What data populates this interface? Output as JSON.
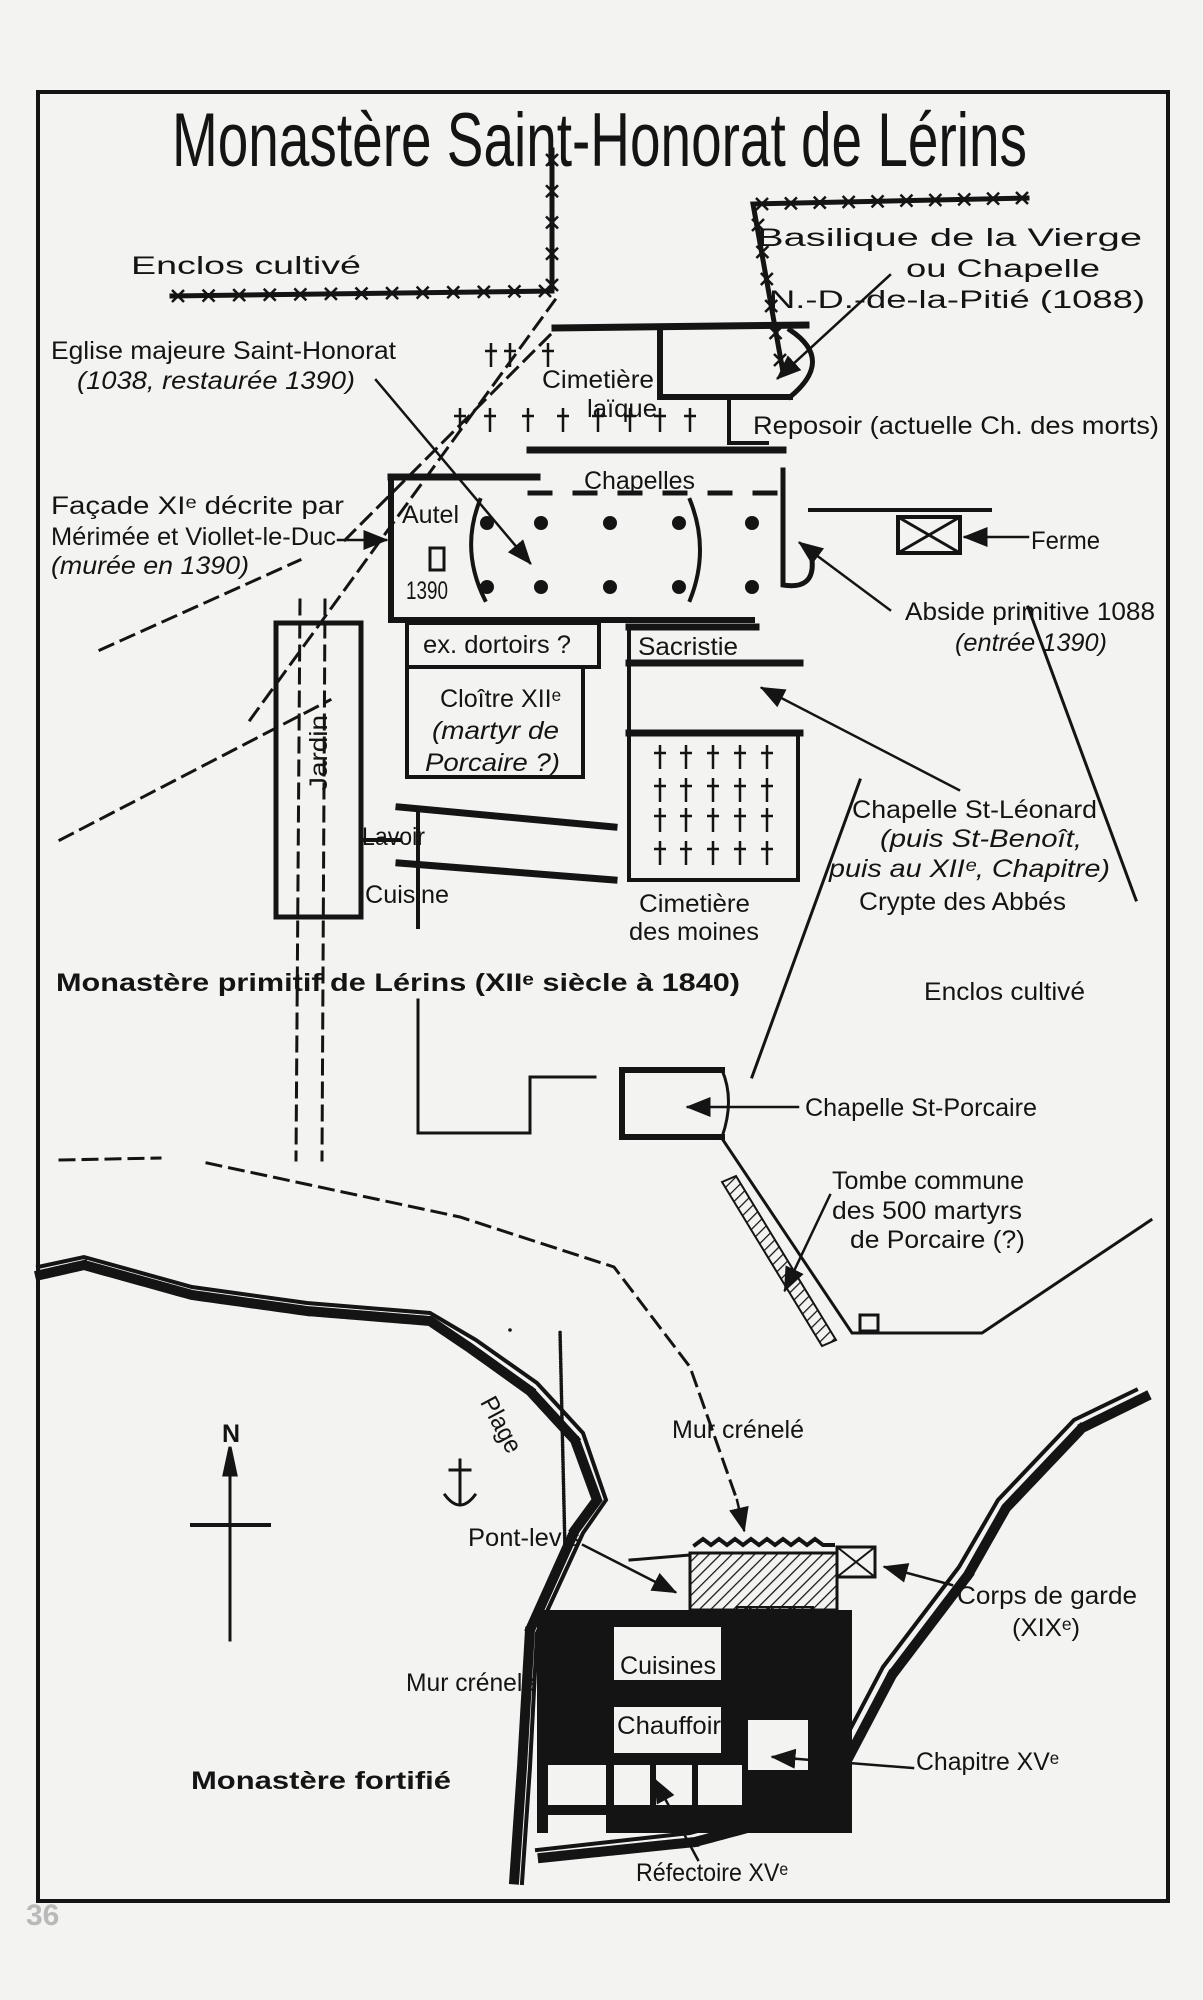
{
  "page_number": "36",
  "map": {
    "title": "Monastère Saint-Honorat de Lérins",
    "sections": {
      "primitive": "Monastère primitif de Lérins (XIIᵉ siècle à 1840)",
      "fortified": "Monastère fortifié"
    },
    "north": "N",
    "labels": {
      "enclos_cultive_top": "Enclos cultivé",
      "basilique_1": "Basilique de la Vierge",
      "basilique_2": "ou Chapelle",
      "basilique_3": "N.-D.-de-la-Pitié (1088)",
      "eglise_1": "Eglise majeure Saint-Honorat",
      "eglise_2": "(1038, restaurée 1390)",
      "cimetiere_laique_1": "Cimetière",
      "cimetiere_laique_2": "laïque",
      "reposoir": "Reposoir (actuelle Ch. des morts)",
      "chapelles": "Chapelles",
      "facade_1": "Façade XIᵉ décrite par",
      "facade_2": "Mérimée et Viollet-le-Duc",
      "facade_3": "(murée en 1390)",
      "autel": "Autel",
      "autel_year": "1390",
      "ferme": "Ferme",
      "abside_1": "Abside primitive 1088",
      "abside_2": "(entrée 1390)",
      "dortoirs": "ex. dortoirs ?",
      "sacristie": "Sacristie",
      "cloitre_1": "Cloître XIIᵉ",
      "cloitre_2": "(martyr de",
      "cloitre_3": "Porcaire ?)",
      "jardin": "Jardin",
      "leonard_1": "Chapelle St-Léonard",
      "leonard_2": "(puis St-Benoît,",
      "leonard_3": "puis au XIIᵉ, Chapitre)",
      "leonard_4": "Crypte des Abbés",
      "lavoir": "Lavoir",
      "cuisine": "Cuisine",
      "cimetiere_moines_1": "Cimetière",
      "cimetiere_moines_2": "des moines",
      "enclos_cultive_right": "Enclos cultivé",
      "porcaire": "Chapelle St-Porcaire",
      "tombe_1": "Tombe commune",
      "tombe_2": "des 500 martyrs",
      "tombe_3": "de Porcaire (?)",
      "plage": "Plage",
      "mur_crenele_1": "Mur crénelé",
      "pont_levis": "Pont-levis",
      "corps_garde_1": "Corps de garde",
      "corps_garde_2": "(XIXᵉ)",
      "mur_crenele_2": "Mur crénelé",
      "cuisines": "Cuisines",
      "chauffoir": "Chauffoir",
      "chapitre": "Chapitre XVᵉ",
      "refectoire": "Réfectoire XVᵉ"
    }
  }
}
